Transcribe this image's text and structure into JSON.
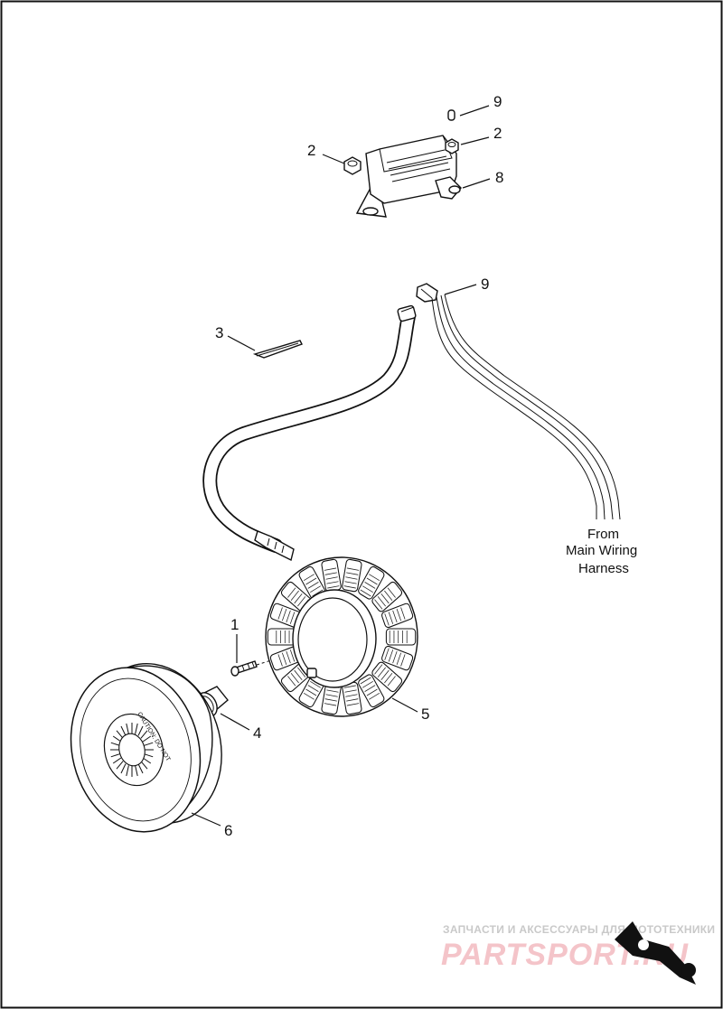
{
  "callouts": {
    "c9_top": "9",
    "c2_left": "2",
    "c2_right": "2",
    "c8": "8",
    "c9_mid": "9",
    "c3": "3",
    "c1": "1",
    "c4": "4",
    "c5": "5",
    "c6": "6"
  },
  "note": {
    "line1": "From",
    "line2": "Main Wiring",
    "line3": "Harness"
  },
  "rotor_text": {
    "caution": "CAUTION: DO NOT"
  },
  "watermark": {
    "tagline": "ЗАПЧАСТИ И АКСЕССУАРЫ ДЛЯ МОТОТЕХНИКИ",
    "brand": "PARTSPORT.RU"
  }
}
